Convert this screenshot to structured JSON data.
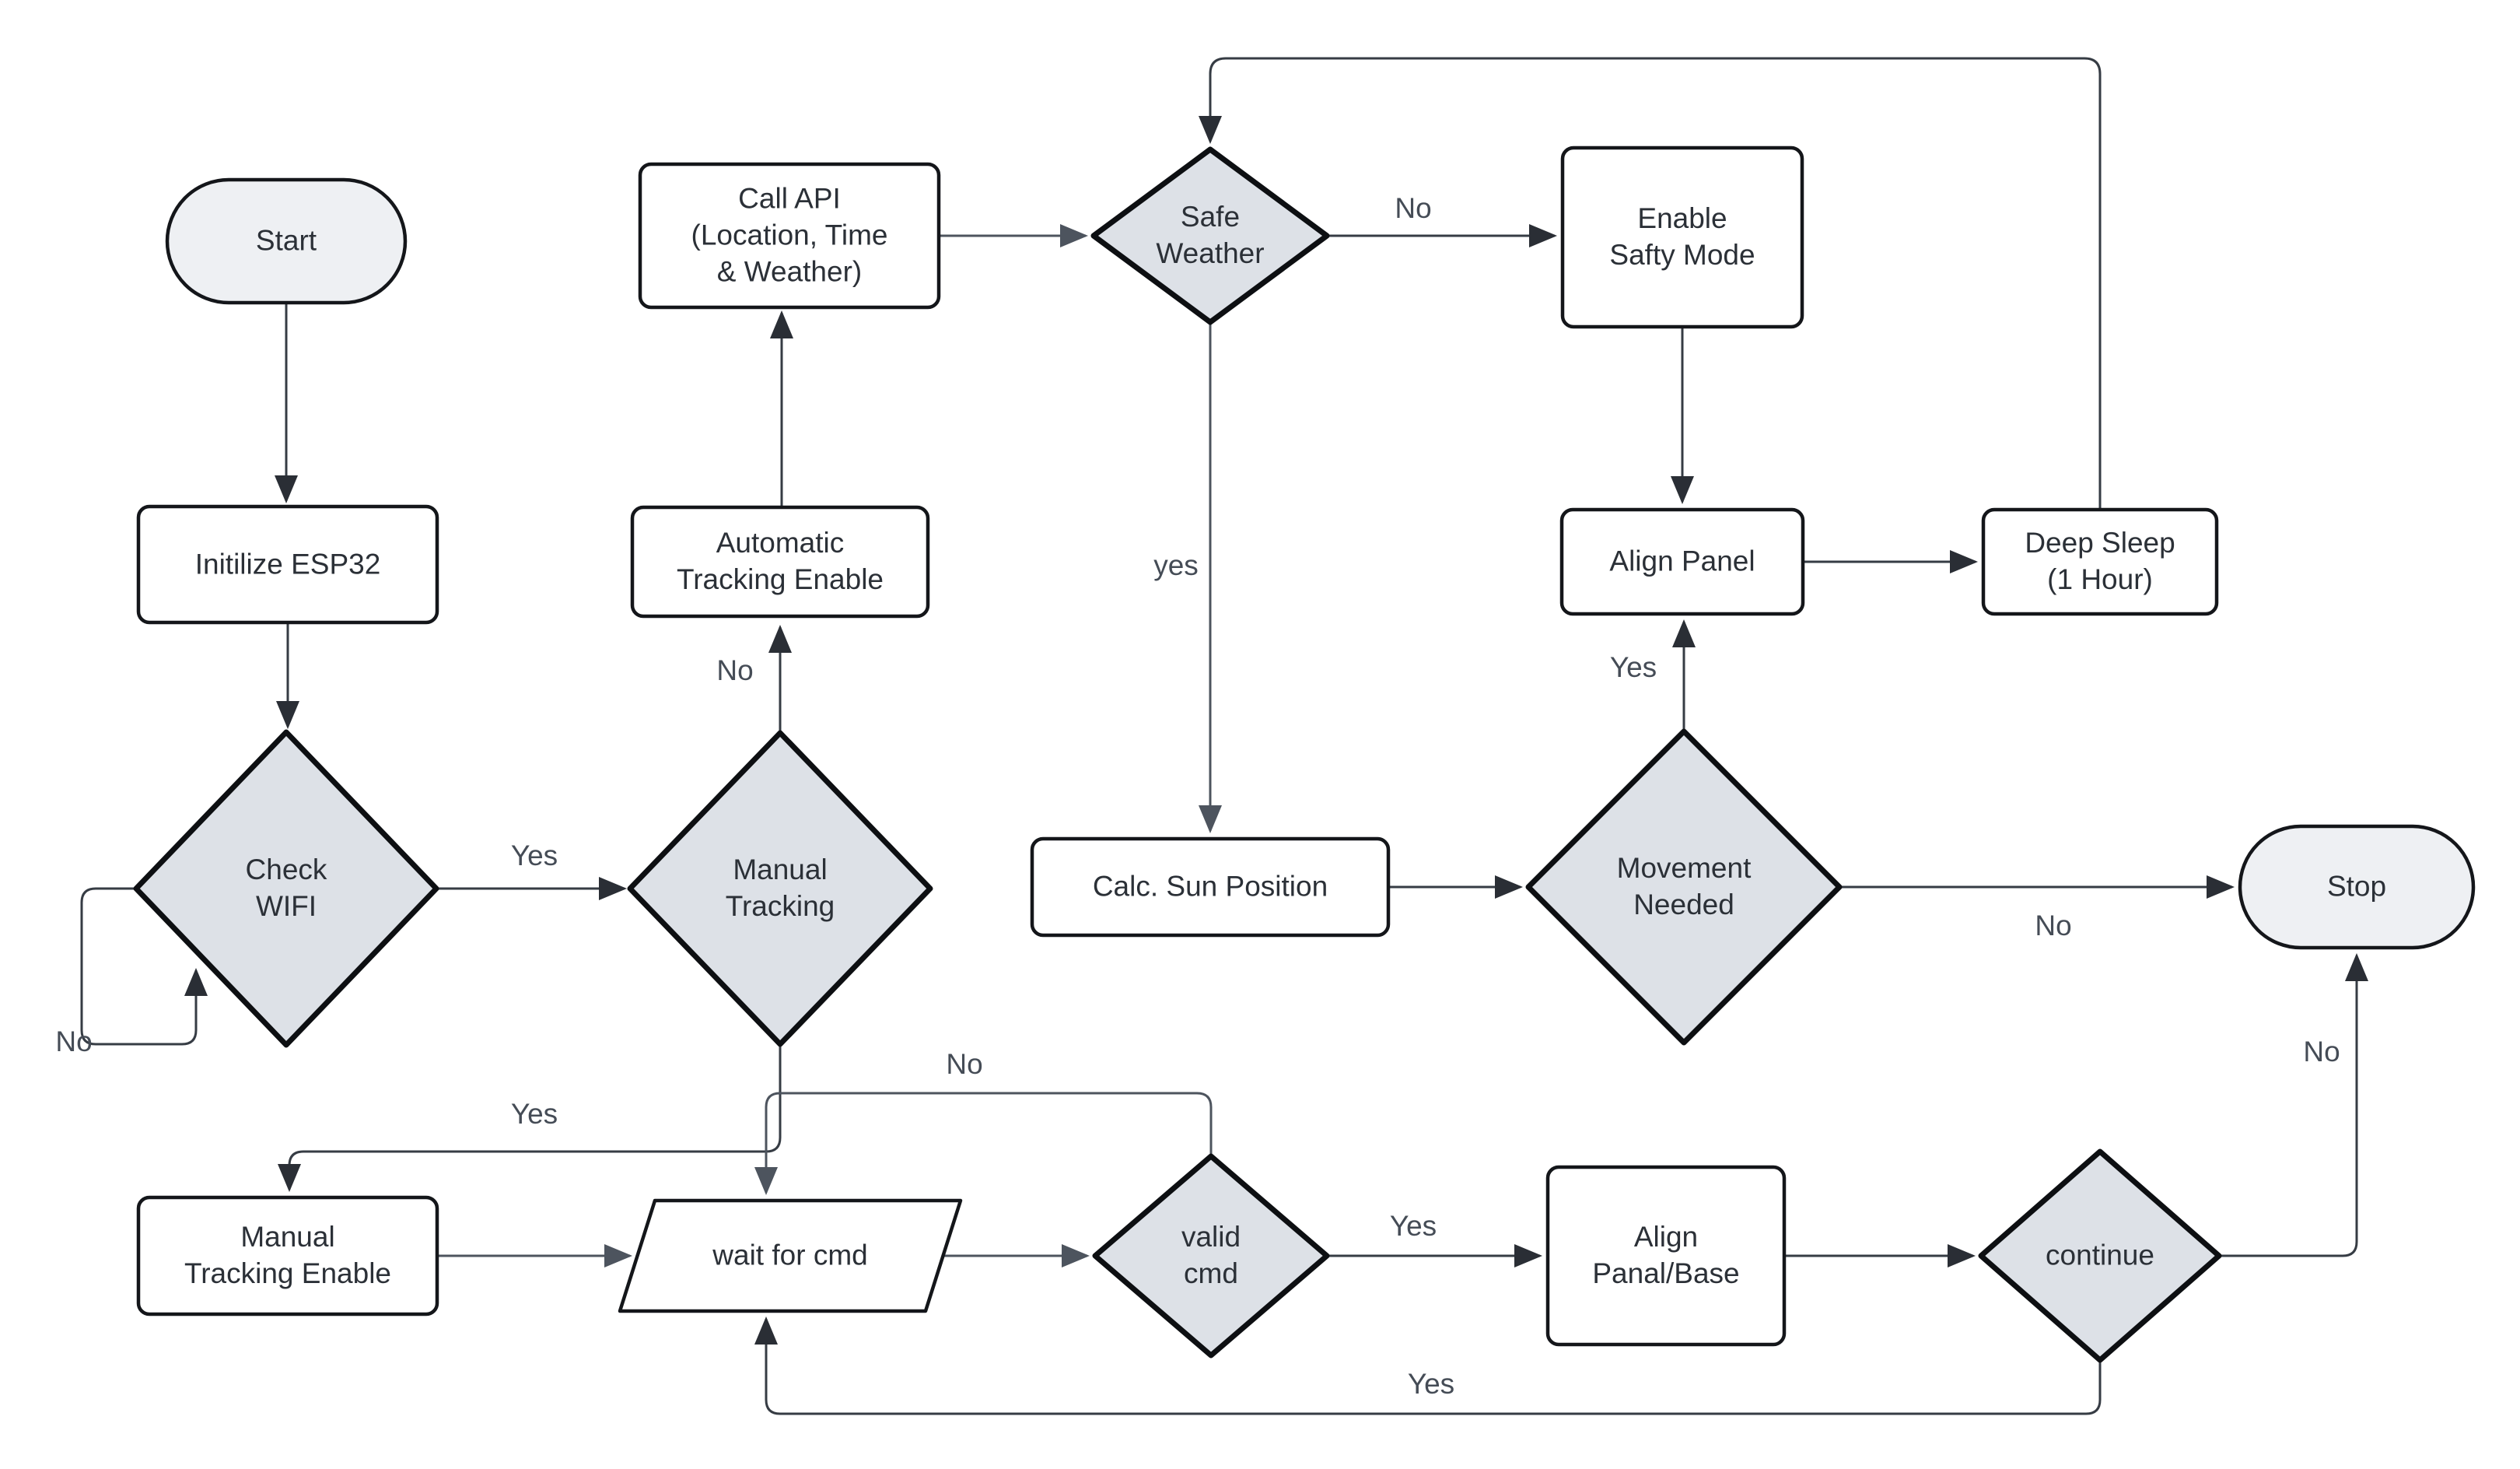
{
  "nodes": {
    "start": "Start",
    "initialize_esp32": "Initilize ESP32",
    "check_wifi": "Check\nWIFI",
    "manual_tracking": "Manual\nTracking",
    "automatic_tracking_enable": "Automatic\nTracking Enable",
    "call_api": "Call API\n(Location, Time\n& Weather)",
    "safe_weather": "Safe\nWeather",
    "enable_safety_mode": "Enable\nSafty Mode",
    "align_panel": "Align Panel",
    "deep_sleep": "Deep Sleep\n(1 Hour)",
    "calc_sun_position": "Calc. Sun Position",
    "movement_needed": "Movement\nNeeded",
    "stop": "Stop",
    "manual_tracking_enable": "Manual\nTracking Enable",
    "wait_for_cmd": "wait for cmd",
    "valid_cmd": "valid\ncmd",
    "align_panal_base": "Align\nPanal/Base",
    "continue": "continue"
  },
  "edge_labels": {
    "check_wifi_no": "No",
    "check_wifi_yes": "Yes",
    "manual_tracking_no": "No",
    "manual_tracking_yes": "Yes",
    "safe_weather_no": "No",
    "safe_weather_yes": "yes",
    "movement_yes": "Yes",
    "movement_no": "No",
    "valid_cmd_no": "No",
    "valid_cmd_yes": "Yes",
    "continue_yes": "Yes",
    "continue_no": "No"
  },
  "colors": {
    "process_fill": "#ffffff",
    "diamond_fill": "#dde1e7",
    "terminal_fill": "#eef0f3",
    "border": "#14161a",
    "connector": "#363c44",
    "connector_light": "#4d545e",
    "node_text": "#2b3037",
    "label_text": "#454c56",
    "bg": "#ffffff"
  }
}
